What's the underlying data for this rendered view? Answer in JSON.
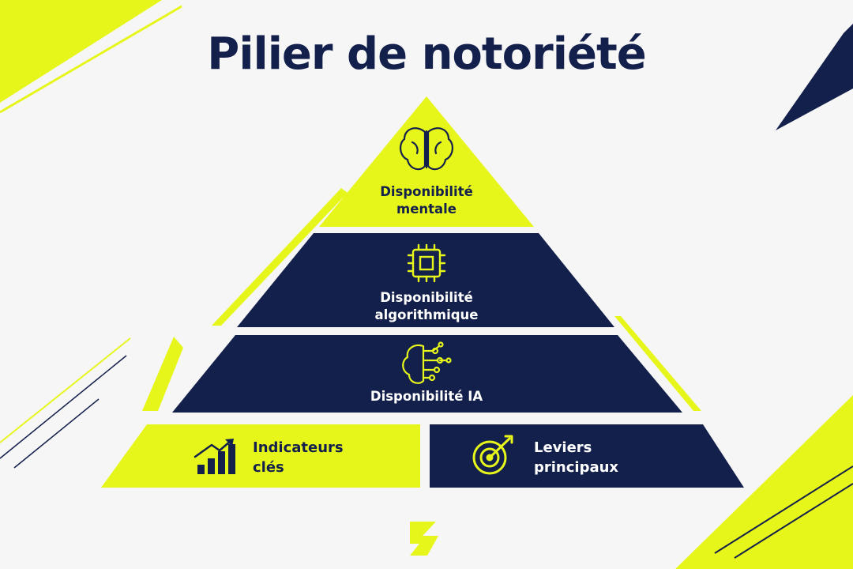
{
  "title": "Pilier de notoriété",
  "colors": {
    "lime": "#e7f61a",
    "navy": "#14204c",
    "background": "#f6f6f6"
  },
  "pyramid": [
    {
      "lines": [
        "Disponibilité",
        "mentale"
      ],
      "icon": "brain-icon",
      "color": "lime"
    },
    {
      "lines": [
        "Disponibilité",
        "algorithmique"
      ],
      "icon": "chip-icon",
      "color": "navy"
    },
    {
      "lines": [
        "Disponibilité IA"
      ],
      "icon": "ai-brain-icon",
      "color": "navy"
    }
  ],
  "base": [
    {
      "lines": [
        "Indicateurs",
        "clés"
      ],
      "icon": "growth-chart-icon",
      "color": "lime"
    },
    {
      "lines": [
        "Leviers",
        "principaux"
      ],
      "icon": "target-icon",
      "color": "navy"
    }
  ],
  "logo": "b-logo-icon"
}
